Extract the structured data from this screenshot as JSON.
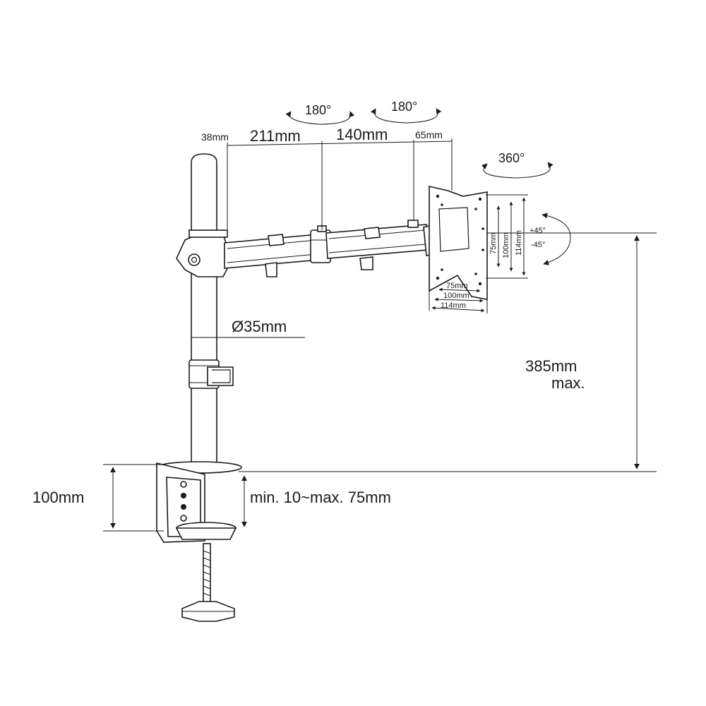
{
  "labels": {
    "rot1": "180°",
    "rot2": "180°",
    "rot3": "360°",
    "dim_38": "38mm",
    "dim_211": "211mm",
    "dim_140": "140mm",
    "dim_65": "65mm",
    "pole_diameter": "Ø35mm",
    "height_line1": "385mm",
    "height_line2": "max.",
    "clamp_height": "100mm",
    "desk_range": "min. 10~max. 75mm",
    "tilt_up": "+45°",
    "tilt_down": "-45°",
    "vesa_v75": "75mm",
    "vesa_v100": "100mm",
    "vesa_v114": "114mm",
    "vesa_h75": "75mm",
    "vesa_h100": "100mm",
    "vesa_h114": "114mm"
  },
  "colors": {
    "line": "#1a1a1a",
    "background": "#ffffff"
  }
}
